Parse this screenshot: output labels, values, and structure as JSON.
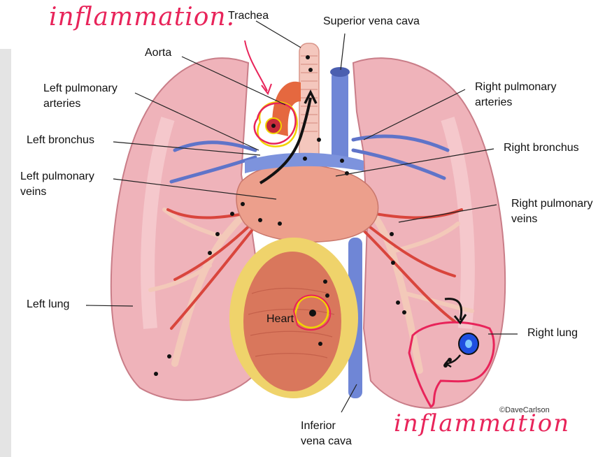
{
  "labels": {
    "trachea": "Trachea",
    "superior_vena_cava": "Superior vena cava",
    "aorta": "Aorta",
    "left_pulmonary_arteries": [
      "Left pulmonary",
      "arteries"
    ],
    "right_pulmonary_arteries": [
      "Right pulmonary",
      "arteries"
    ],
    "left_bronchus": "Left bronchus",
    "right_bronchus": "Right bronchus",
    "left_pulmonary_veins": [
      "Left pulmonary",
      "veins"
    ],
    "right_pulmonary_veins": [
      "Right pulmonary",
      "veins"
    ],
    "left_lung": "Left lung",
    "right_lung": "Right lung",
    "heart": "Heart",
    "inferior_vena_cava": [
      "Inferior",
      "vena cava"
    ],
    "copyright": "©DaveCarlson"
  },
  "annotations": {
    "top": "inflammation.",
    "bottom": "inflammation"
  },
  "colors": {
    "lung": "#efb3ba",
    "lung_edge": "#c97d88",
    "vein_blue": "#5f74c9",
    "artery_red": "#d9453c",
    "heart_fat": "#efd36b",
    "heart_muscle": "#d9775c",
    "annotation": "#e8245a",
    "panel_gray": "#e4e4e4"
  }
}
